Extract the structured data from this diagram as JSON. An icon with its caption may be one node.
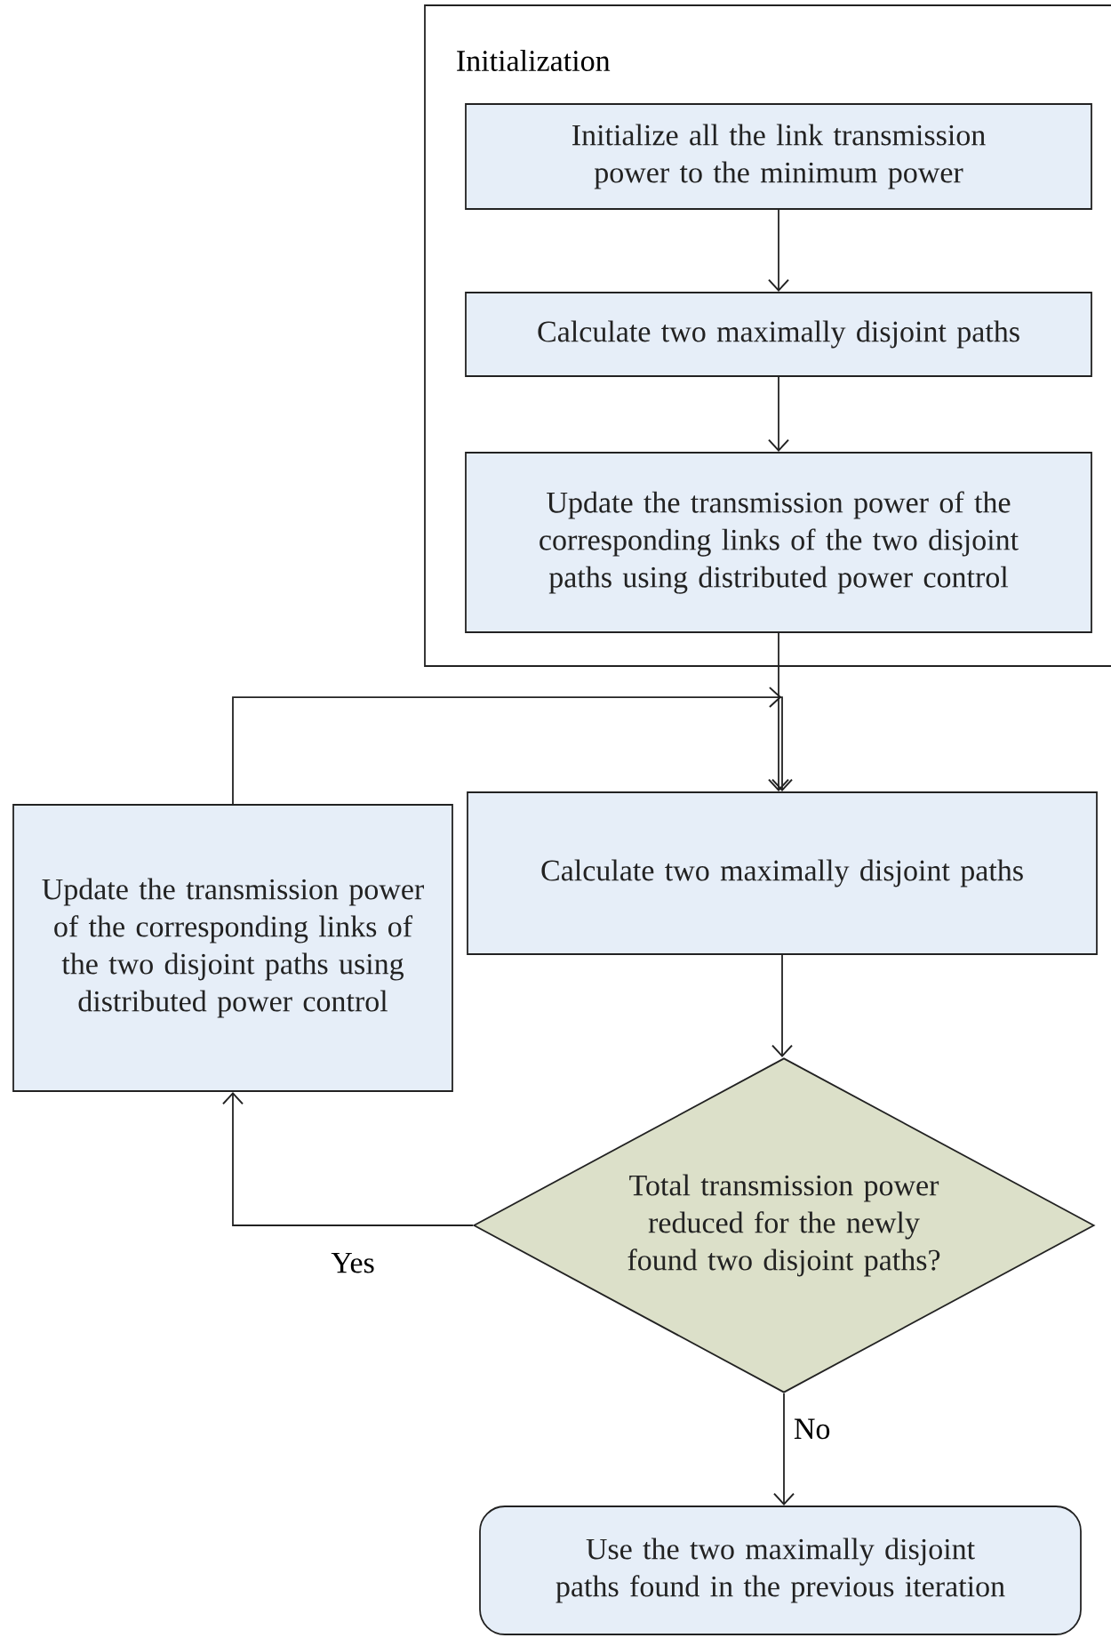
{
  "diagram": {
    "nodes": [
      {
        "text": [
          "Initialization"
        ]
      },
      {
        "text": [
          "Initialize all the link transmission power to the minimum power"
        ],
        "in": 0
      },
      {
        "text": [
          "Calculate two maximally disjoint paths"
        ],
        "in": 0
      },
      {
        "text": [
          "Update the transmission power of the corresponding links of the two disjoint paths using distributed power control"
        ],
        "in": 0
      },
      {
        "text": [
          "Calculate two maximally disjoint paths"
        ]
      },
      {
        "text": [
          "Update the transmission power of the corresponding links of the two disjoint paths using distributed power control"
        ]
      },
      {
        "text": [
          "Total transmission power reduced for the newly found two disjoint paths?"
        ]
      },
      {
        "text": [
          "Use the two maximally disjoint paths found in the previous iteration"
        ]
      }
    ],
    "edges": [
      {
        "from": 1,
        "to": 2,
        "arrow": "to"
      },
      {
        "from": 2,
        "to": 3,
        "arrow": "to"
      },
      {
        "from": 3,
        "to": 4,
        "arrow": "to"
      },
      {
        "from": 5,
        "to": 4,
        "arrow": "to"
      },
      {
        "from": 4,
        "to": 6,
        "arrow": "to"
      },
      {
        "from": 6,
        "to": 5,
        "arrow": "to",
        "label": "Yes"
      },
      {
        "from": 6,
        "to": 7,
        "arrow": "to",
        "label": "No"
      }
    ]
  }
}
